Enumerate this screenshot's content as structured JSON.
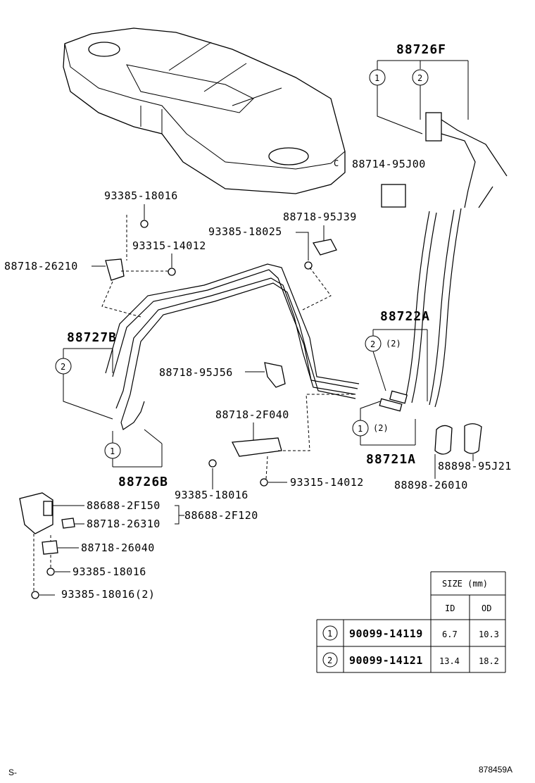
{
  "callouts": {
    "c_88726F": "88726F",
    "c_88714": "88714-95J00",
    "c_93385_18016_top": "93385-18016",
    "c_88718_95J39": "88718-95J39",
    "c_93385_18025": "93385-18025",
    "c_93315_14012_top": "93315-14012",
    "c_88718_26210": "88718-26210",
    "c_88722A": "88722A",
    "c_88722A_qty": "(2)",
    "c_88727B": "88727B",
    "c_88718_95J56": "88718-95J56",
    "c_88718_2F040": "88718-2F040",
    "c_88721A": "88721A",
    "c_88721A_qty": "(2)",
    "c_88898_95J21": "88898-95J21",
    "c_88898_26010": "88898-26010",
    "c_88726B": "88726B",
    "c_93385_18016_mid": "93385-18016",
    "c_93315_14012_mid": "93315-14012",
    "c_88688_2F150": "88688-2F150",
    "c_88718_26310": "88718-26310",
    "c_88688_2F120": "88688-2F120",
    "c_88718_26040": "88718-26040",
    "c_93385_18016_low": "93385-18016",
    "c_93385_18016_2": "93385-18016(2)"
  },
  "markers": {
    "one": "1",
    "two": "2"
  },
  "size_table": {
    "title": "SIZE (mm)",
    "col_id": "ID",
    "col_od": "OD",
    "rows": [
      {
        "key": "1",
        "part": "90099-14119",
        "id": "6.7",
        "od": "10.3"
      },
      {
        "key": "2",
        "part": "90099-14121",
        "id": "13.4",
        "od": "18.2"
      }
    ]
  },
  "tank_letter": "C",
  "footer": {
    "left": "S-",
    "right": "878459A"
  }
}
